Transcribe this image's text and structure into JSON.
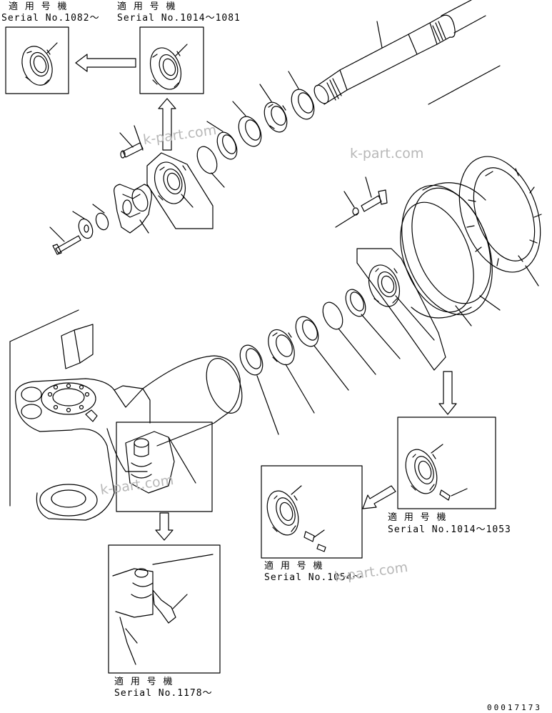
{
  "inset_labels": {
    "top_left": {
      "title": "適 用 号 機",
      "serial": "Serial No.1082～"
    },
    "top_middle": {
      "title": "適 用 号 機",
      "serial": "Serial No.1014～1081"
    },
    "right": {
      "title": "適 用 号 機",
      "serial": "Serial No.1014～1053"
    },
    "middle": {
      "title": "適 用 号 機",
      "serial": "Serial No.1054～"
    },
    "bottom": {
      "title": "適 用 号 機",
      "serial": "Serial No.1178～"
    }
  },
  "watermark": "k-part.com",
  "drawing_code": "00017173",
  "colors": {
    "line": "#000000",
    "background": "#ffffff",
    "watermark": "#b8b8b8"
  }
}
